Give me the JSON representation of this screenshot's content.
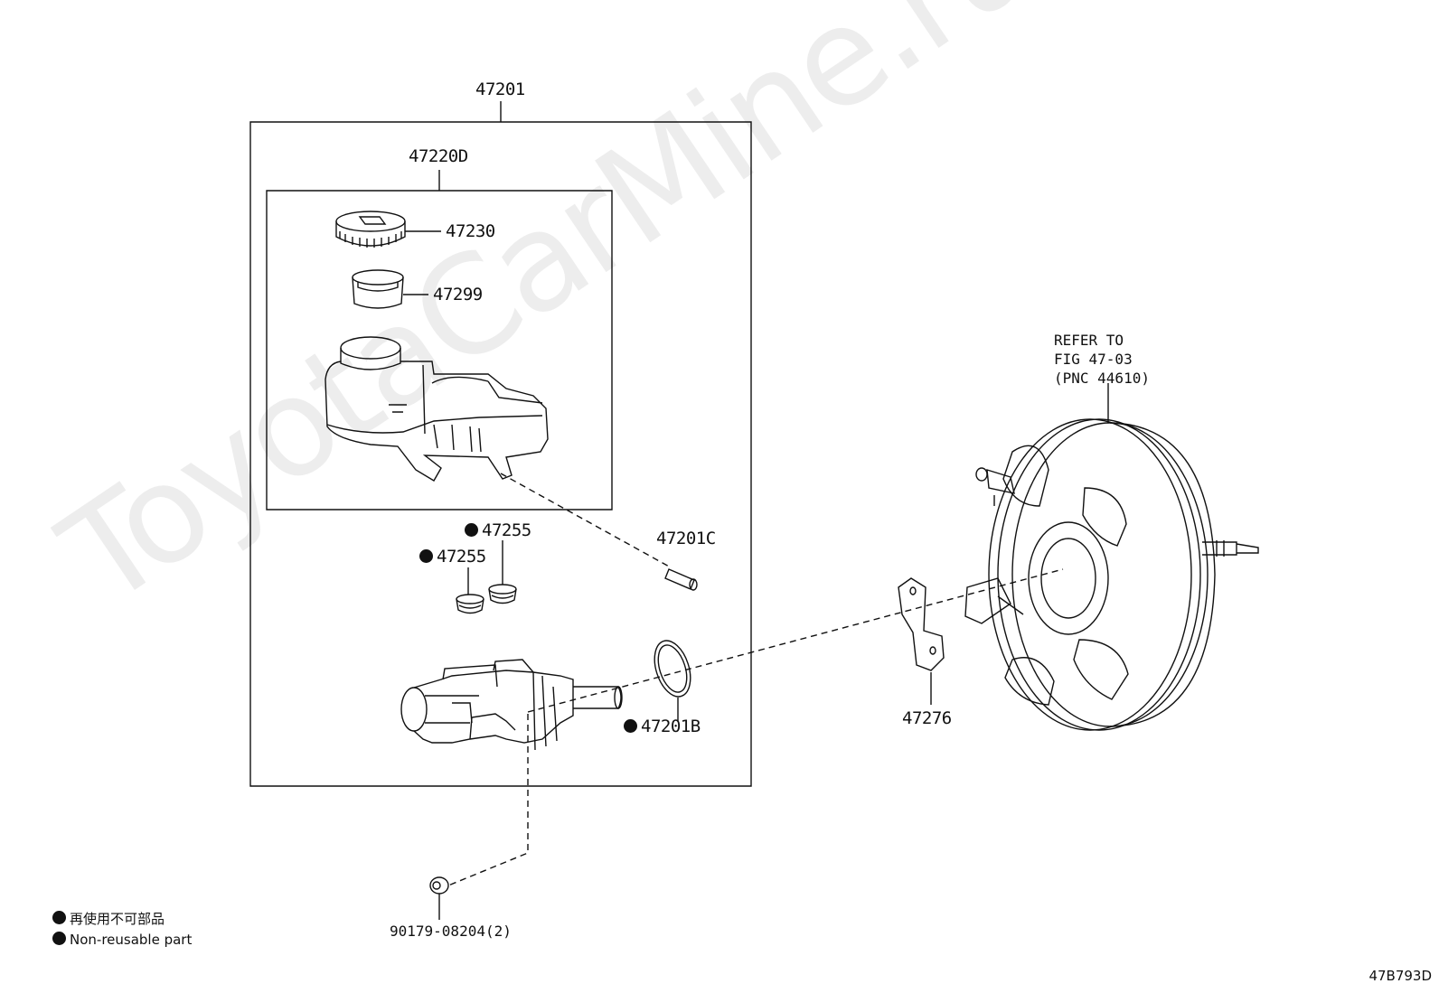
{
  "watermark": "ToyotaCarMine.ru",
  "figure_id": "47B793D",
  "parts": {
    "assembly": "47201",
    "reservoir_set": "47220D",
    "cap": "47230",
    "strainer": "47299",
    "grommet_a": "47255",
    "grommet_b": "47255",
    "pin": "47201C",
    "o_ring": "47201B",
    "bracket": "47276",
    "nut": "90179-08204(2)"
  },
  "reference": {
    "line1": "REFER TO",
    "line2": "FIG 47-03",
    "line3": "(PNC 44610)"
  },
  "legend": {
    "jp": "再使用不可部品",
    "en": "Non-reusable part"
  }
}
